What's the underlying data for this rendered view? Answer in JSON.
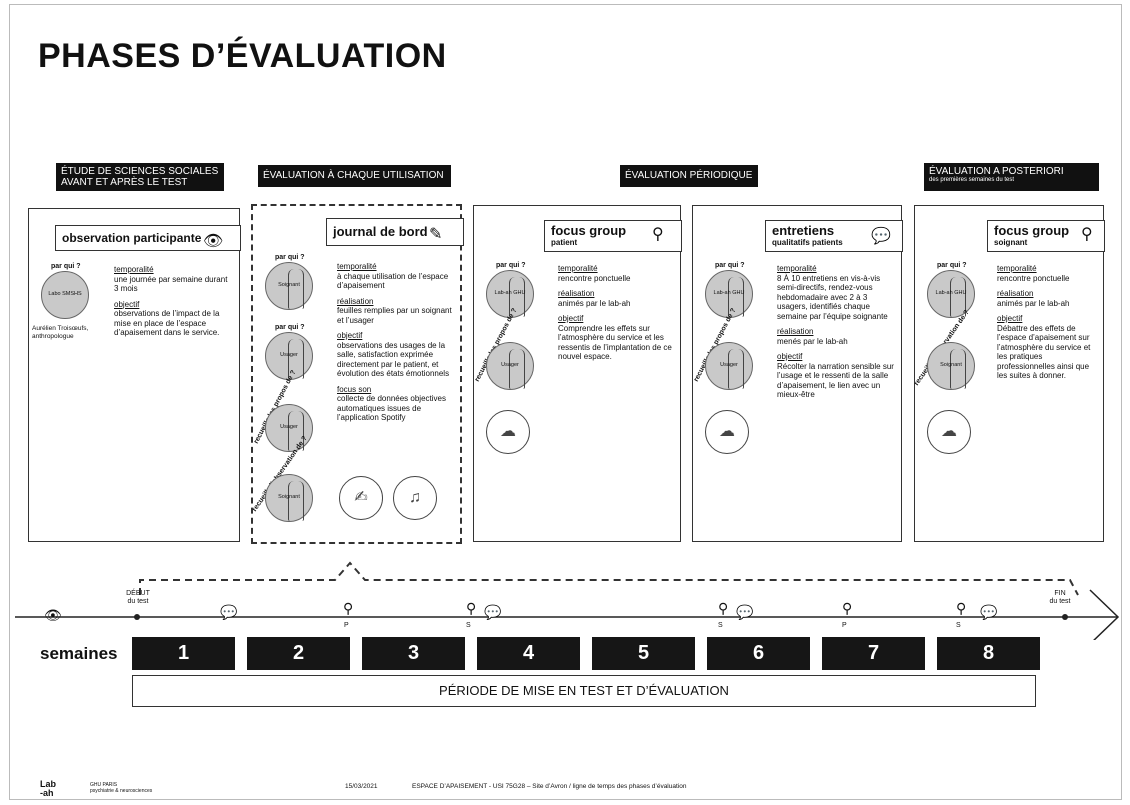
{
  "page_title": "PHASES D’ÉVALUATION",
  "phases": [
    {
      "header": [
        "ÉTUDE DE SCIENCES SOCIALES",
        "AVANT ET APRÈS LE TEST"
      ]
    },
    {
      "header": [
        "ÉVALUATION À CHAQUE UTILISATION"
      ]
    },
    {
      "header": [
        "ÉVALUATION PÉRIODIQUE"
      ]
    },
    {
      "header": [
        "ÉVALUATION A POSTERIORI"
      ],
      "subheader": "des premières semaines du test"
    }
  ],
  "questions": {
    "par_qui": "par qui ?",
    "recueille_propos": "recueille les propos de ?",
    "recueille_observation": "recueille l’observation de ?"
  },
  "observation": {
    "label": "observation participante",
    "circle": "Labo SMSHS",
    "author": "Aurélien Troisœufs, anthropologue",
    "temporalite_label": "temporalité",
    "temporalite": "une journée par semaine durant 3 mois",
    "objectif_label": "objectif",
    "objectif": "observations de l’impact de la mise en place de l’espace d’apaisement dans le service."
  },
  "journal": {
    "label": "journal de bord",
    "circles": [
      "Soignant",
      "Usager",
      "Usager",
      "Soignant"
    ],
    "temporalite_label": "temporalité",
    "temporalite": "à chaque utilisation de l’espace d’apaisement",
    "realisation_label": "réalisation",
    "realisation": "feuilles remplies par un soignant et l’usager",
    "objectif_label": "objectif",
    "objectif": "observations des usages de la salle, satisfaction exprimée directement par le patient, et évolution des états émotionnels",
    "focus_label": "focus son",
    "focus": "collecte de données objectives automatiques issues de l’application Spotify"
  },
  "focus_patient": {
    "label": "focus group",
    "sublabel": "patient",
    "circles": [
      "Lab-ah GHU",
      "Usager"
    ],
    "temporalite_label": "temporalité",
    "temporalite": "rencontre ponctuelle",
    "realisation_label": "réalisation",
    "realisation": "animés par le lab-ah",
    "objectif_label": "objectif",
    "objectif": "Comprendre les effets sur l’atmosphère du service et les ressentis de l’implantation de ce nouvel espace."
  },
  "entretiens": {
    "label": "entretiens",
    "sublabel": "qualitatifs patients",
    "circles": [
      "Lab-ah GHU",
      "Usager"
    ],
    "temporalite_label": "temporalité",
    "temporalite": "8 À 10 entretiens en vis-à-vis semi-directifs, rendez-vous hebdomadaire avec 2 à 3 usagers, identifiés chaque semaine par l’équipe soignante",
    "realisation_label": "réalisation",
    "realisation": "menés par le lab-ah",
    "objectif_label": "objectif",
    "objectif": "Récolter la narration sensible sur l’usage et le ressenti de la salle d’apaisement, le lien avec un mieux-être"
  },
  "focus_soignant": {
    "label": "focus group",
    "sublabel": "soignant",
    "circles": [
      "Lab-ah GHU",
      "Soignant"
    ],
    "temporalite_label": "temporalité",
    "temporalite": "rencontre ponctuelle",
    "realisation_label": "réalisation",
    "realisation": "animés par le lab-ah",
    "objectif_label": "objectif",
    "objectif": "Débattre des effets de l’espace d’apaisement sur l’atmosphère du service et les pratiques professionnelles ainsi que les suites à donner."
  },
  "timeline": {
    "debut": [
      "DÉBUT",
      "du test"
    ],
    "fin": [
      "FIN",
      "du test"
    ],
    "marker_p": "P",
    "marker_s": "S",
    "weeks_label": "semaines",
    "weeks": [
      "1",
      "2",
      "3",
      "4",
      "5",
      "6",
      "7",
      "8"
    ],
    "period": "PÉRIODE DE MISE EN TEST ET D’ÉVALUATION"
  },
  "footer": {
    "logo": [
      "Lab",
      "-ah"
    ],
    "logo2": [
      "GHU PARIS",
      "psychiatrie & neurosciences"
    ],
    "date": "15/03/2021",
    "text": "ESPACE D’APAISEMENT - USI 75G28 – Site d’Avron  / ligne de temps des phases d’évaluation"
  }
}
